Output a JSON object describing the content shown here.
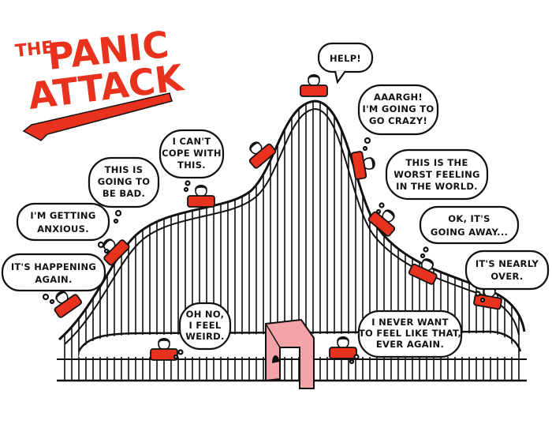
{
  "title": {
    "small": "THE",
    "line1": "PANIC",
    "line2": "ATTACK"
  },
  "colors": {
    "red": "#e8321e",
    "pink": "#f4a3a8",
    "ink": "#111111"
  },
  "bubbles": [
    {
      "lines": [
        "IT'S HAPPENING",
        "AGAIN."
      ]
    },
    {
      "lines": [
        "I'M GETTING",
        "ANXIOUS."
      ]
    },
    {
      "lines": [
        "THIS IS",
        "GOING TO",
        "BE BAD."
      ]
    },
    {
      "lines": [
        "I CAN'T",
        "COPE WITH",
        "THIS."
      ]
    },
    {
      "lines": [
        "HELP!"
      ]
    },
    {
      "lines": [
        "AAARGH!",
        "I'M GOING TO",
        "GO CRAZY!"
      ]
    },
    {
      "lines": [
        "THIS IS THE",
        "WORST FEELING",
        "IN THE WORLD."
      ]
    },
    {
      "lines": [
        "OK, IT'S",
        "GOING AWAY..."
      ]
    },
    {
      "lines": [
        "IT'S NEARLY",
        "OVER."
      ]
    },
    {
      "lines": [
        "OH NO,",
        "I FEEL",
        "WEIRD."
      ]
    },
    {
      "lines": [
        "I NEVER WANT",
        "TO FEEL LIKE THAT,",
        "EVER AGAIN."
      ]
    }
  ]
}
